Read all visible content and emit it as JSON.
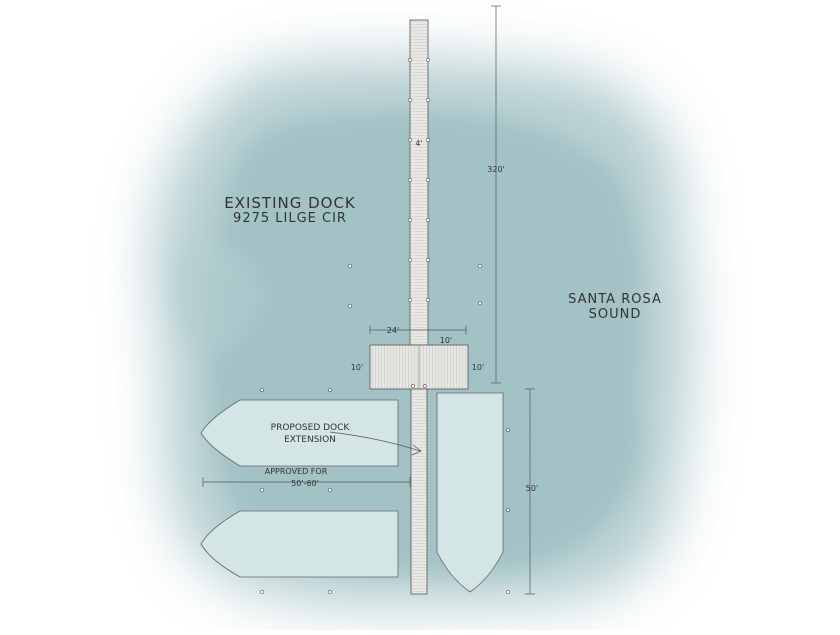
{
  "labels": {
    "existing_dock_line1": "EXISTING DOCK",
    "existing_dock_line2": "9275 LILGE CIR",
    "sound_line1": "SANTA ROSA",
    "sound_line2": "SOUND",
    "proposed_line1": "PROPOSED DOCK",
    "proposed_line2": "EXTENSION",
    "approved_line1": "APPROVED FOR",
    "approved_line2": "50'-60'"
  },
  "dimensions": {
    "walkway_width": "4'",
    "dock_length": "320'",
    "platform_width": "24'",
    "right_extension": "10'",
    "platform_left_depth": "10'",
    "platform_right_depth": "10'",
    "boat_length": "50'"
  },
  "colors": {
    "water": "#a9c6c9",
    "boat_fill": "#d3e5e5",
    "deck": "#e7e7e3",
    "line": "#555555"
  }
}
